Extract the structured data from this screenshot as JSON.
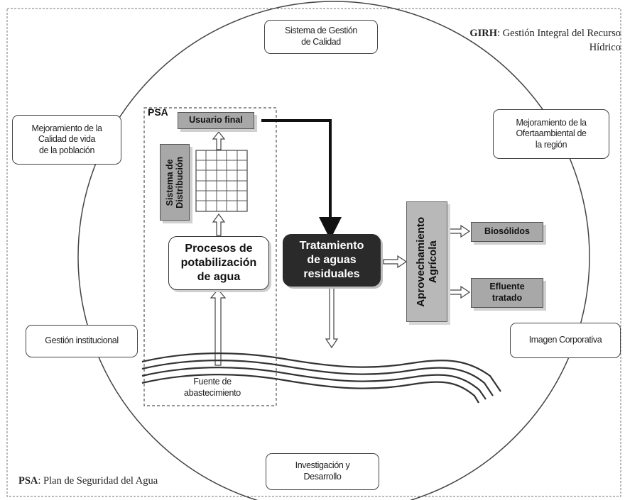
{
  "legend": {
    "girh_abbr": "GIRH",
    "girh_text": ": Gestión Integral del Recurso\nHídrico",
    "psa_abbr": "PSA",
    "psa_text": ": Plan de Seguridad del Agua"
  },
  "ring": {
    "sistema_calidad": "Sistema de Gestión\nde Calidad",
    "mejoramiento_calidad_vida": "Mejoramiento de la\nCalidad de vida\nde la población",
    "mejoramiento_oferta": "Mejoramiento de la\nOfertaambiental de\nla región",
    "gestion_institucional": "Gestión institucional",
    "imagen_corporativa": "Imagen Corporativa",
    "investigacion": "Investigación y\nDesarrollo"
  },
  "psa_block": {
    "label": "PSA",
    "usuario_final": "Usuario final",
    "sistema_distribucion": "Sistema de\nDistribución",
    "procesos": "Procesos de\npotabilización\nde agua",
    "fuente": "Fuente de\nabastecimiento"
  },
  "tratamiento": "Tratamiento\nde aguas\nresiduales",
  "aprovechamiento": "Aprovechamiento\nAgrícola",
  "biosolidos": "Biosólidos",
  "efluente": "Efluente\ntratado"
}
